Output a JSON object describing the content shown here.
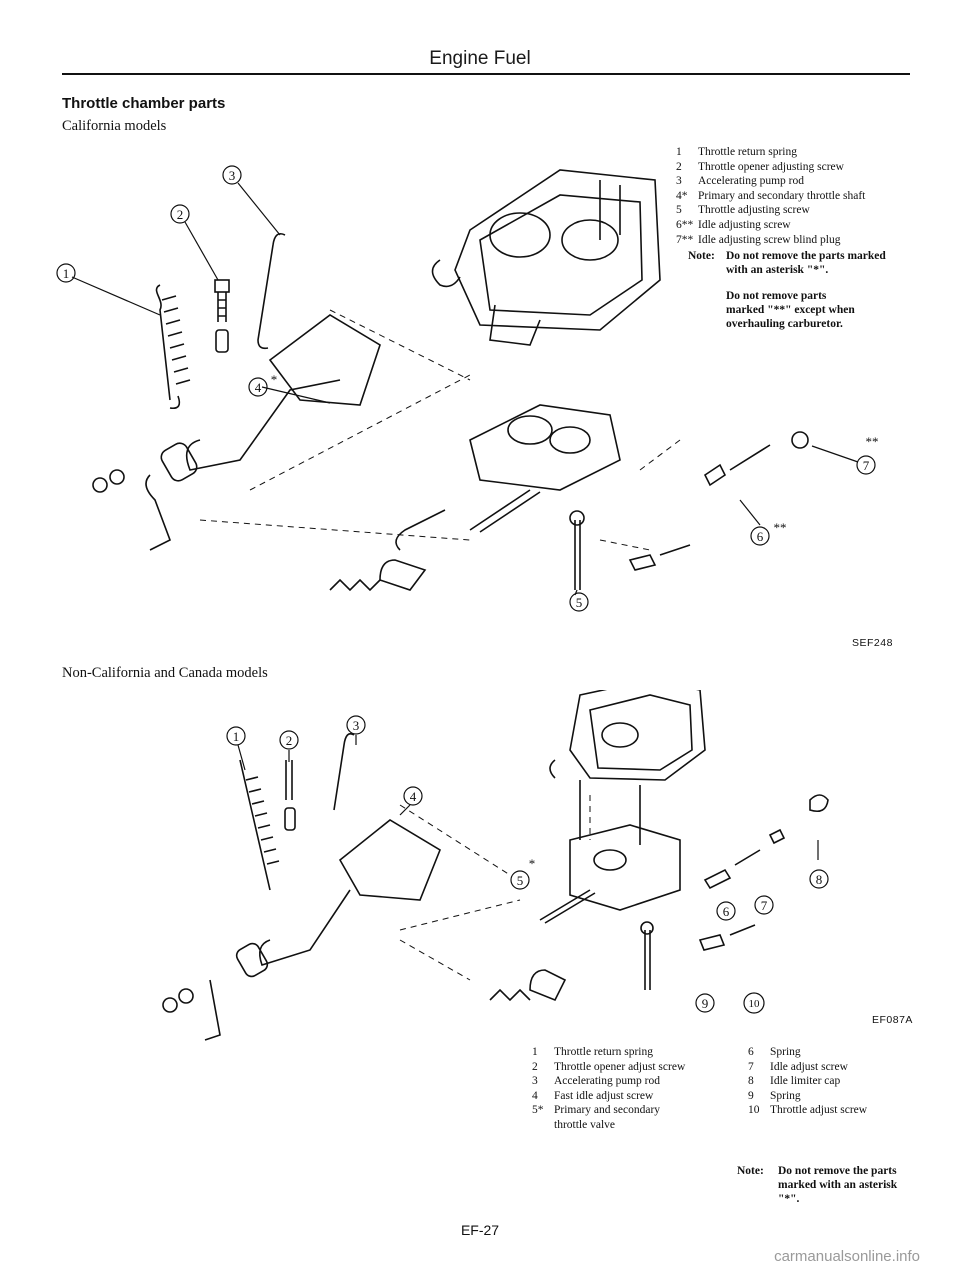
{
  "header": {
    "title": "Engine Fuel"
  },
  "section": {
    "title": "Throttle chamber parts"
  },
  "california": {
    "subtitle": "California models",
    "legend": [
      {
        "num": "1",
        "text": "Throttle return spring"
      },
      {
        "num": "2",
        "text": "Throttle opener adjusting screw"
      },
      {
        "num": "3",
        "text": "Accelerating pump rod"
      },
      {
        "num": "4*",
        "text": "Primary and secondary throttle shaft"
      },
      {
        "num": "5",
        "text": "Throttle adjusting screw"
      },
      {
        "num": "6**",
        "text": "Idle adjusting screw"
      },
      {
        "num": "7**",
        "text": "Idle adjusting screw blind plug"
      }
    ],
    "note_label": "Note:",
    "note_text": "Do not remove the parts marked with an asterisk \"*\".",
    "note2": "Do not remove parts marked \"**\" except when overhauling carburetor.",
    "figure_code": "SEF248",
    "callouts": {
      "c1": "1",
      "c2": "2",
      "c3": "3",
      "c4": "4",
      "c5": "5",
      "c6": "6",
      "c7": "7",
      "star1": "*",
      "star2": "**"
    }
  },
  "noncalifornia": {
    "subtitle": "Non-California and Canada models",
    "legend_left": [
      {
        "num": "1",
        "text": "Throttle return spring"
      },
      {
        "num": "2",
        "text": "Throttle opener adjust screw"
      },
      {
        "num": "3",
        "text": "Accelerating pump rod"
      },
      {
        "num": "4",
        "text": "Fast idle adjust screw"
      },
      {
        "num": "5*",
        "text": "Primary and secondary"
      },
      {
        "num": "",
        "text": "throttle valve"
      }
    ],
    "legend_right": [
      {
        "num": "6",
        "text": "Spring"
      },
      {
        "num": "7",
        "text": "Idle adjust screw"
      },
      {
        "num": "8",
        "text": "Idle limiter cap"
      },
      {
        "num": "9",
        "text": "Spring"
      },
      {
        "num": "10",
        "text": "Throttle adjust screw"
      }
    ],
    "note_label": "Note:",
    "note_text": "Do not remove the parts marked with an asterisk \"*\".",
    "figure_code": "EF087A",
    "callouts": {
      "c1": "1",
      "c2": "2",
      "c3": "3",
      "c4": "4",
      "c5": "5",
      "c6": "6",
      "c7": "7",
      "c8": "8",
      "c9": "9",
      "c10": "10",
      "star": "*"
    }
  },
  "footer": {
    "page_number": "EF-27",
    "watermark": "carmanualsonline.info"
  }
}
